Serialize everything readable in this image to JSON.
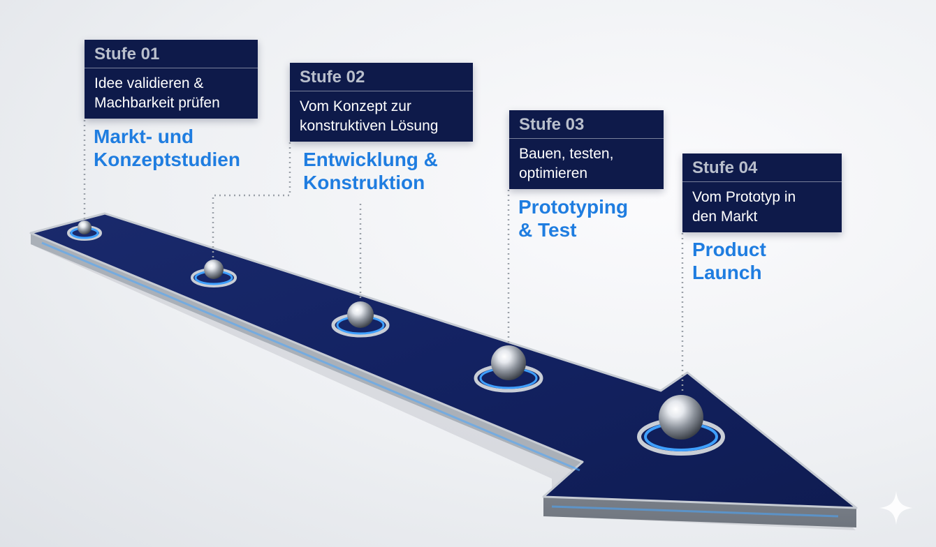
{
  "stages": [
    {
      "number": "Stufe 01",
      "description": "Idee validieren &\nMachbarkeit prüfen",
      "title": "Markt- und\nKonzeptstudien"
    },
    {
      "number": "Stufe 02",
      "description": "Vom Konzept zur\nkonstruktiven Lösung",
      "title": "Entwicklung &\nKonstruktion"
    },
    {
      "number": "Stufe 03",
      "description": "Bauen, testen,\noptimieren",
      "title": "Prototyping\n& Test"
    },
    {
      "number": "Stufe 04",
      "description": "Vom Prototyp in\nden Markt",
      "title": "Product\nLaunch"
    }
  ],
  "colors": {
    "card_background": "#0e1a4a",
    "title_blue": "#1f7de0",
    "arrow_navy": "#14245f",
    "glow_blue": "#3fa0ff"
  },
  "icons": {
    "milestone": "chrome-sphere-icon",
    "corner": "sparkle-star-icon"
  }
}
